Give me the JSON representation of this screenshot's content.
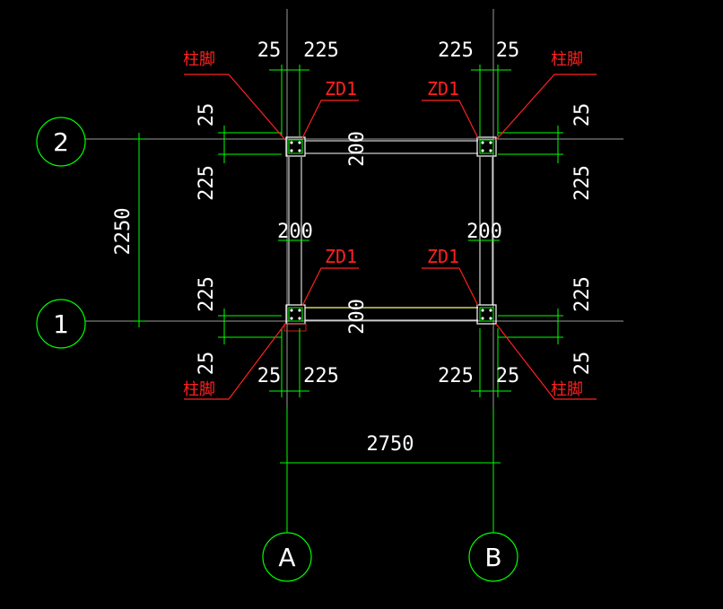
{
  "grid": {
    "rows": [
      {
        "label": "2"
      },
      {
        "label": "1"
      }
    ],
    "cols": [
      {
        "label": "A"
      },
      {
        "label": "B"
      }
    ]
  },
  "dims": {
    "top_left_a": "25",
    "top_left_b": "225",
    "top_right_a": "225",
    "top_right_b": "25",
    "bot_left_a": "25",
    "bot_left_b": "225",
    "bot_right_a": "225",
    "bot_right_b": "25",
    "left_span": "2250",
    "bottom_span": "2750",
    "row2_left_top": "25",
    "row2_left_bottom": "225",
    "row2_right_top": "25",
    "row2_right_bottom": "225",
    "row1_left_top": "225",
    "row1_left_bottom": "25",
    "row1_right_top": "225",
    "row1_right_bottom": "25",
    "beam_top_vert": "200",
    "beam_bot_vert": "200",
    "beam_left_horiz": "200",
    "beam_right_horiz": "200"
  },
  "labels": {
    "zd_tl": "ZD1",
    "zd_tr": "ZD1",
    "zd_bl": "ZD1",
    "zd_br": "ZD1",
    "foot_tl": "柱脚",
    "foot_tr": "柱脚",
    "foot_bl": "柱脚",
    "foot_br": "柱脚"
  },
  "colors": {
    "background": "#000000",
    "axis": "#9a9a9a",
    "dimension": "#00ff00",
    "leader": "#ff2020",
    "beam": "#ffff66",
    "text": "#ffffff"
  }
}
